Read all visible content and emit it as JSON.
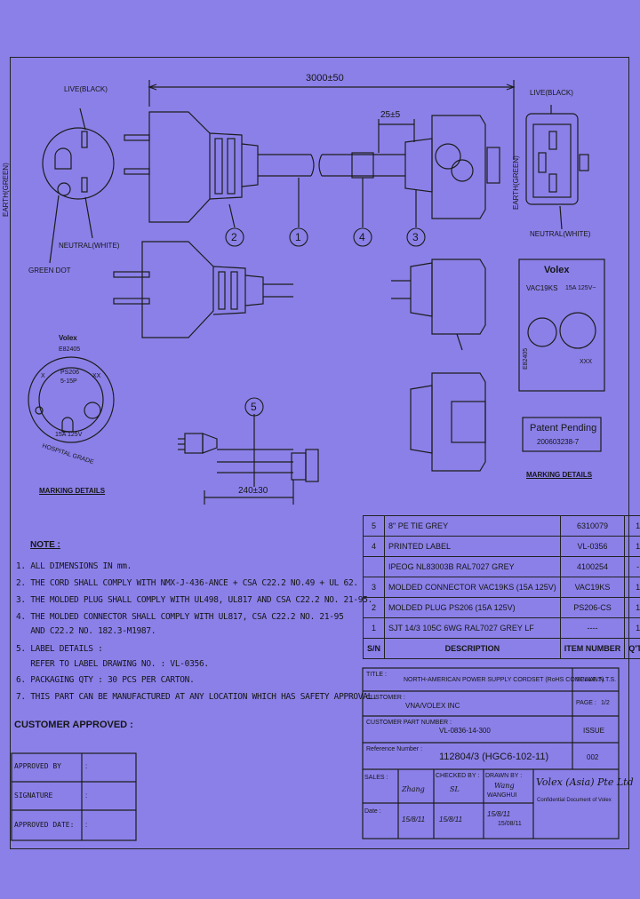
{
  "dimensions": {
    "overall_length": "3000±50",
    "connector_offset": "25±5",
    "tie_length": "240±30"
  },
  "plug_face": {
    "live": "LIVE(BLACK)",
    "earth": "EARTH(GREEN)",
    "neutral": "NEUTRAL(WHITE)",
    "green_dot": "GREEN DOT"
  },
  "connector_face": {
    "live": "LIVE(BLACK)",
    "earth": "EARTH(GREEN)",
    "neutral": "NEUTRAL(WHITE)"
  },
  "balloons": [
    "2",
    "1",
    "4",
    "3",
    "5"
  ],
  "plug_marking": {
    "brand": "Volex",
    "code": "E82405",
    "model": "PS206",
    "rating": "5-15P",
    "amps": "15A 125V",
    "x_left": "X",
    "x_right": "XX",
    "ring_text": "HOSPITAL GRADE"
  },
  "connector_marking": {
    "brand": "Volex",
    "model": "VAC19KS",
    "rating": "15A 125V~",
    "code": "E82405",
    "xxx": "XXX"
  },
  "patent": {
    "title": "Patent Pending",
    "number": "200603238-7"
  },
  "marking_details_left": "MARKING DETAILS",
  "marking_details_right": "MARKING DETAILS",
  "note": {
    "title": "NOTE :",
    "lines": [
      "1. ALL DIMENSIONS IN mm.",
      "2. THE CORD SHALL COMPLY WITH NMX-J-436-ANCE + CSA C22.2 NO.49 + UL 62.",
      "3. THE MOLDED PLUG SHALL COMPLY WITH UL498, UL817 AND CSA C22.2 NO. 21-95.",
      "4. THE MOLDED CONNECTOR SHALL COMPLY WITH UL817, CSA C22.2 NO. 21-95",
      "   AND C22.2 NO. 182.3-M1987.",
      "5. LABEL DETAILS :",
      "   REFER TO LABEL DRAWING NO. : VL-0356.",
      "6. PACKAGING QTY : 30 PCS PER CARTON.",
      "7. THIS PART CAN BE MANUFACTURED AT ANY LOCATION WHICH HAS SAFETY APPROVAL."
    ]
  },
  "customer_approved": {
    "title": "CUSTOMER APPROVED :",
    "rows": [
      "APPROVED BY",
      "SIGNATURE",
      "APPROVED DATE:"
    ],
    "colon": ":"
  },
  "bom": [
    {
      "no": "5",
      "desc": "8\" PE TIE GREY",
      "part": "6310079",
      "qty": "1"
    },
    {
      "no": "4",
      "desc": "PRINTED LABEL",
      "part": "VL-0356",
      "qty": "1"
    },
    {
      "no": "",
      "desc": "IPEOG NL83003B RAL7027 GREY",
      "part": "4100254",
      "qty": "-"
    },
    {
      "no": "3",
      "desc": "MOLDED CONNECTOR VAC19KS (15A 125V)",
      "part": "VAC19KS",
      "qty": "1"
    },
    {
      "no": "2",
      "desc": "MOLDED PLUG PS206 (15A 125V)",
      "part": "PS206-CS",
      "qty": "1"
    },
    {
      "no": "1",
      "desc": "SJT 14/3 105C 6WG RAL7027 GREY LF",
      "part": "----",
      "qty": "1"
    }
  ],
  "bom_header": {
    "no": "S/N",
    "desc": "DESCRIPTION",
    "part": "ITEM NUMBER",
    "qty": "Q'TY"
  },
  "title_block": {
    "title_label": "TITLE :",
    "title_value": "NORTH-AMERICAN POWER SUPPLY CORDSET (RoHS COMPLIANT)",
    "scale_label": "SCALE :",
    "scale_value": "N.T.S.",
    "customer_label": "CUSTOMER :",
    "customer_value": "VNA/VOLEX INC",
    "page_label": "PAGE :",
    "page_value": "1/2",
    "cpn_label": "CUSTOMER PART NUMBER :",
    "cpn_value": "VL-0836-14-300",
    "issue_label": "ISSUE",
    "ref_label": "Reference Number :",
    "ref_value": "112804/3 (HGC6-102-11)",
    "issue_value": "002",
    "sales_label": "SALES :",
    "checked_label": "CHECKED BY :",
    "drawn_label": "DRAWN BY :",
    "sales_sig": "Zhang",
    "checked_sig": "SL",
    "drawn_sig": "Wang",
    "drawn_name": "WANGHUI",
    "date_label": "Date :",
    "date_sales": "15/8/11",
    "date_checked": "15/8/11",
    "date_drawn": "15/8/11",
    "date_final": "15/08/11",
    "company": "Volex (Asia) Pte Ltd",
    "company_note": "Confidential Document of Volex"
  }
}
